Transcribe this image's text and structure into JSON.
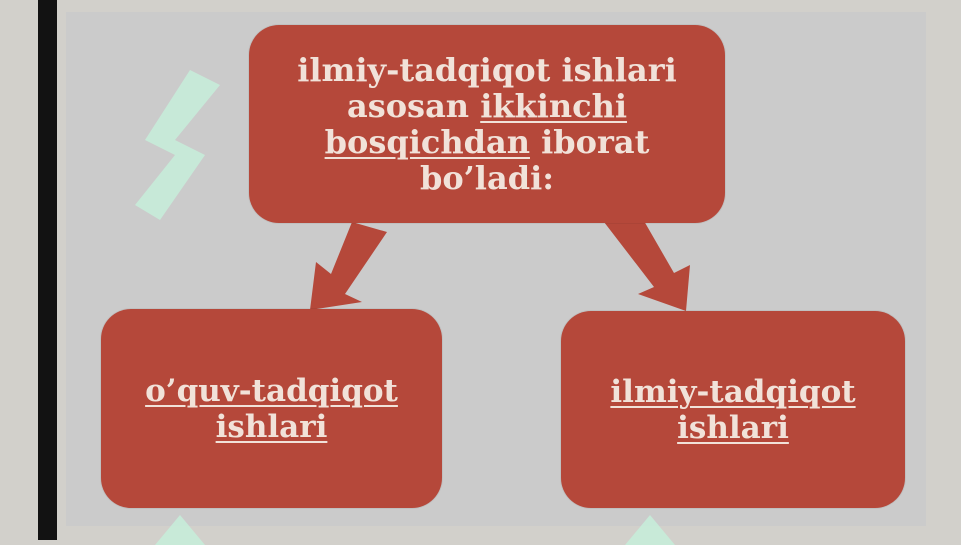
{
  "diagram": {
    "top_box": {
      "line1": "ilmiy-tadqiqot ishlari",
      "line2_plain": "asosan",
      "line2_link": "ikkinchi",
      "line3_link": "bosqichdan",
      "line3_plain": "iborat",
      "line4": "bo’ladi:"
    },
    "left_box": {
      "line1": "o’quv-tadqiqot",
      "line2": "ishlari"
    },
    "right_box": {
      "line1": "ilmiy-tadqiqot",
      "line2": "ishlari"
    }
  },
  "colors": {
    "box_fill": "#b5483a",
    "box_text": "#f1e2d9",
    "arrow": "#b5483a",
    "background": "#cbcbcb",
    "left_bar": "#121212",
    "watermark_green": "#b8e6cf"
  },
  "watermark": {
    "icon": "s-logo-icon"
  }
}
